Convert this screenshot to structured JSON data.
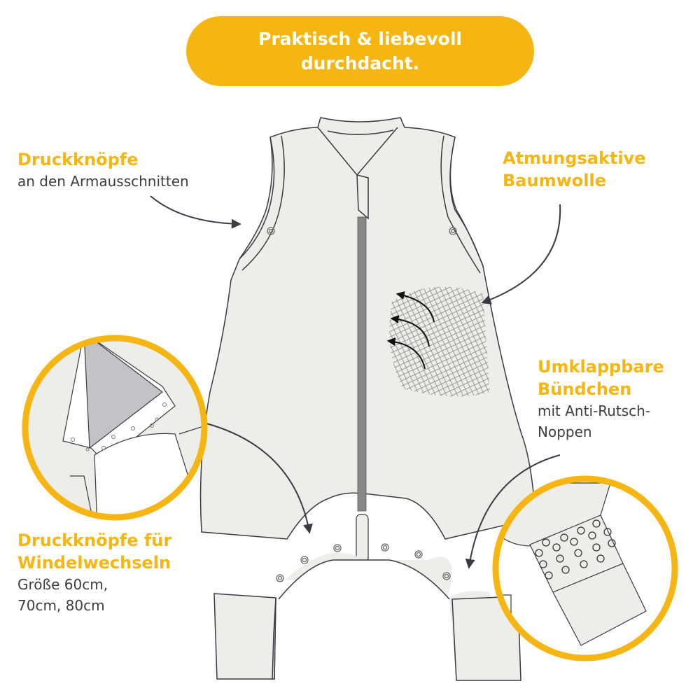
{
  "banner": {
    "line1": "Praktisch & liebevoll",
    "line2": "durchdacht."
  },
  "callouts": {
    "armhole_snaps": {
      "title": "Druckknöpfe",
      "subtitle": "an den Armausschnitten"
    },
    "breathable_cotton": {
      "title_line1": "Atmungsaktive",
      "title_line2": "Baumwolle"
    },
    "foldable_cuffs": {
      "title_line1": "Umklappbare",
      "title_line2": "Bündchen",
      "subtitle_line1": "mit Anti-Rutsch-",
      "subtitle_line2": "Noppen"
    },
    "diaper_snaps": {
      "title_line1": "Druckknöpfe für",
      "title_line2": "Windelwechseln",
      "subtitle_line1": "Größe 60cm,",
      "subtitle_line2": "70cm, 80cm"
    }
  },
  "colors": {
    "accent_yellow": "#f5b614",
    "garment_fill": "#ededea",
    "outline": "#3a3a44",
    "text_gray": "#3d3d3d"
  },
  "icons": [
    "arrow-icon",
    "snap-button-icon",
    "zipper-icon",
    "mesh-pattern-icon",
    "air-flow-arrow-icon",
    "anti-slip-dots-icon"
  ]
}
